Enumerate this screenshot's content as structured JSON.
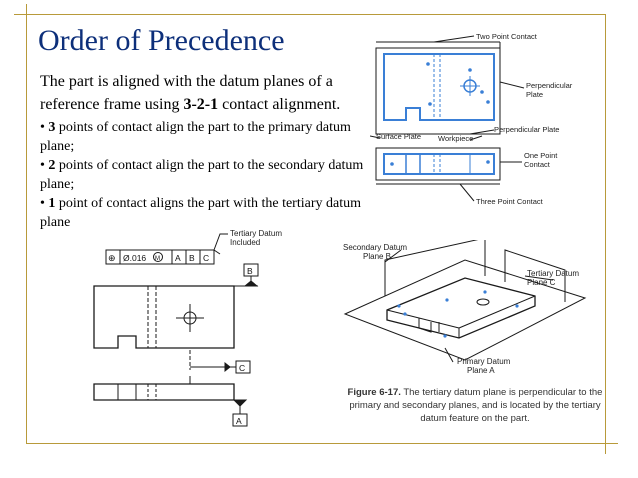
{
  "slide": {
    "title": "Order of Precedence",
    "intro_pre": "The part is aligned with the datum planes of a reference frame using ",
    "intro_bold": "3-2-1",
    "intro_post": " contact alignment.",
    "bullets": [
      {
        "marker": "• ",
        "num": "3",
        "text": " points of contact align the part to the primary datum plane;"
      },
      {
        "marker": "• ",
        "num": "2",
        "text": " points of contact align the part to the secondary datum plane;"
      },
      {
        "marker": "• ",
        "num": "1",
        "text": " point of contact aligns the part with the tertiary datum plane"
      }
    ]
  },
  "figure_top": {
    "labels": {
      "two_point": "Two Point Contact",
      "perpendicular_plate_1": "Perpendicular",
      "perpendicular_plate_2": "Plate",
      "surface_plate": "Surface Plate",
      "perpendicular_plate_b": "Perpendicular Plate",
      "workpiece": "Workpiece",
      "one_point_1": "One Point",
      "one_point_2": "Contact",
      "three_point": "Three Point Contact"
    }
  },
  "figure_drawing": {
    "tertiary_1": "Tertiary Datum",
    "tertiary_2": "Included",
    "fcf_position": "⊕",
    "fcf_tolerance": "Ø.016",
    "fcf_modifier": "M",
    "fcf_a": "A",
    "fcf_b": "B",
    "fcf_c": "C",
    "datum_b": "B",
    "datum_c": "C",
    "datum_a": "A"
  },
  "figure_iso": {
    "secondary_1": "Secondary Datum",
    "secondary_2": "Plane B",
    "tertiary_1": "Tertiary Datum",
    "tertiary_2": "Plane C",
    "primary_1": "Primary Datum",
    "primary_2": "Plane A"
  },
  "caption": {
    "fig": "Figure 6-17.",
    "text": " The tertiary datum plane is perpendicular to the primary and secondary planes, and is located by the tertiary datum feature on the part."
  },
  "colors": {
    "title": "#0d2f7a",
    "frame": "#b89a3a",
    "marker_blue": "#3a7fd6",
    "line": "#1a1a1a"
  }
}
